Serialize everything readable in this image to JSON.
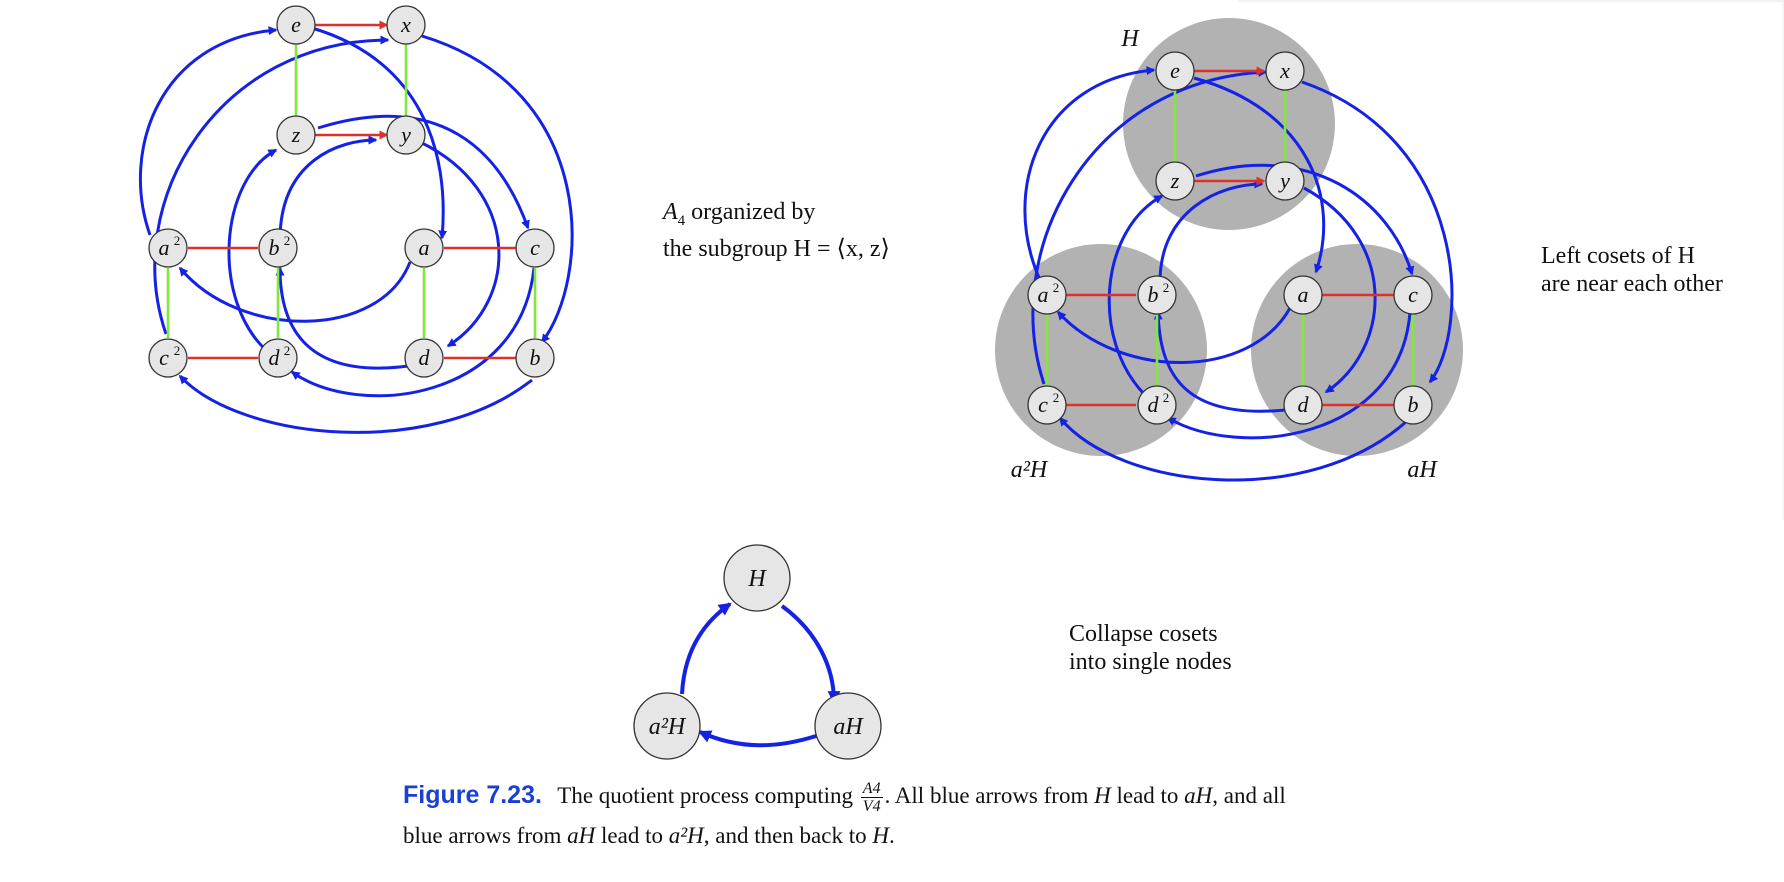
{
  "colors": {
    "generator_a": "#1422e6",
    "generator_x": "#e0302a",
    "generator_z": "#7fe83a",
    "coset_shade": "#b2b2b2",
    "node_fill": "#e6e6e6",
    "caption_accent": "#1a3fd6"
  },
  "diagram1": {
    "nodes": {
      "e": "e",
      "x": "x",
      "z": "z",
      "y": "y",
      "a2": "a",
      "b2": "b",
      "a": "a",
      "c": "c",
      "c2": "c",
      "d2": "d",
      "d": "d",
      "b": "b"
    },
    "superscript": "2",
    "label_title": "A",
    "label_sub": "4",
    "label_line1_rest": " organized by",
    "label_line2": "the subgroup H = ⟨x, z⟩"
  },
  "diagram2": {
    "coset_H": "H",
    "coset_a2H": "a²H",
    "coset_aH": "aH",
    "note_line1": "Left cosets of H",
    "note_line2": "are near each other"
  },
  "diagram3": {
    "node_H": "H",
    "node_aH": "aH",
    "node_a2H": "a²H",
    "note_line1": "Collapse cosets",
    "note_line2": "into single nodes"
  },
  "caption": {
    "figure_label": "Figure 7.23.",
    "text1": "The quotient process computing",
    "frac_num": "A4",
    "frac_den": "V4",
    "text2": ". All blue arrows from",
    "t_H1": "H",
    "text3": "lead to",
    "t_aH1": "aH",
    "text4": ", and all",
    "text5": "blue arrows from",
    "t_aH2": "aH",
    "text6": "lead to",
    "t_a2H": "a²H",
    "text7": ", and then back to",
    "t_H2": "H",
    "text8": "."
  }
}
